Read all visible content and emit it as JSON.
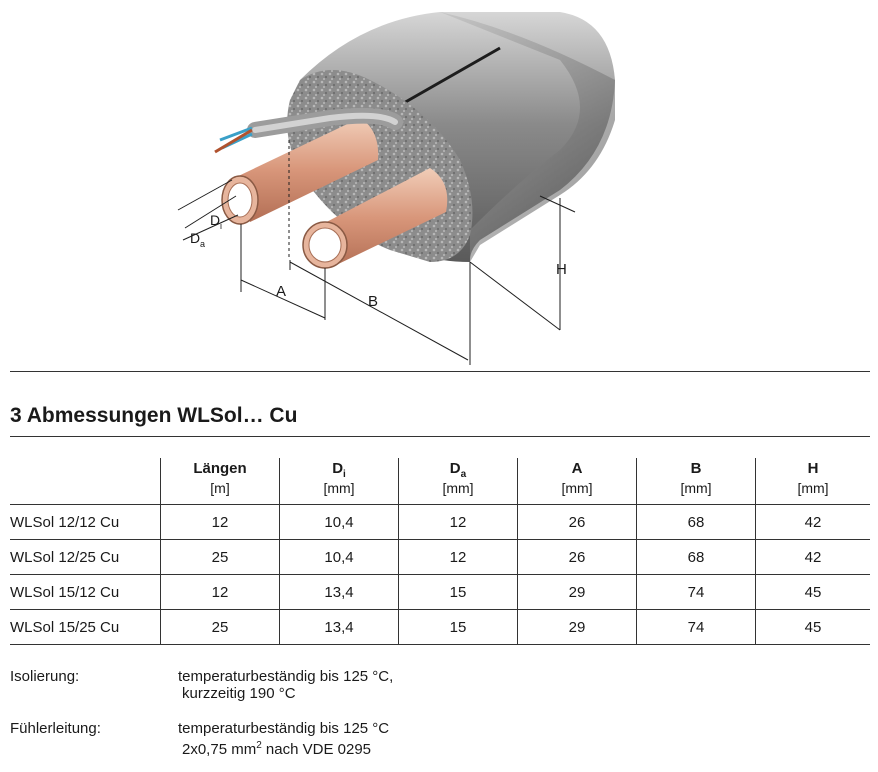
{
  "figure": {
    "labels": {
      "da_main": "D",
      "da_sub": "a",
      "di_main": "D",
      "di_sub": "i",
      "a": "A",
      "b": "B",
      "h": "H"
    }
  },
  "section": {
    "title": "3 Abmessungen WLSol… Cu"
  },
  "table": {
    "columns": [
      {
        "label": "Längen",
        "sub": "",
        "unit": "[m]"
      },
      {
        "label": "D",
        "sub": "i",
        "unit": "[mm]"
      },
      {
        "label": "D",
        "sub": "a",
        "unit": "[mm]"
      },
      {
        "label": "A",
        "sub": "",
        "unit": "[mm]"
      },
      {
        "label": "B",
        "sub": "",
        "unit": "[mm]"
      },
      {
        "label": "H",
        "sub": "",
        "unit": "[mm]"
      }
    ],
    "rows": [
      {
        "name": "WLSol 12/12 Cu",
        "values": [
          "12",
          "10,4",
          "12",
          "26",
          "68",
          "42"
        ]
      },
      {
        "name": "WLSol 12/25 Cu",
        "values": [
          "25",
          "10,4",
          "12",
          "26",
          "68",
          "42"
        ]
      },
      {
        "name": "WLSol 15/12 Cu",
        "values": [
          "12",
          "13,4",
          "15",
          "29",
          "74",
          "45"
        ]
      },
      {
        "name": "WLSol 15/25 Cu",
        "values": [
          "25",
          "13,4",
          "15",
          "29",
          "74",
          "45"
        ]
      }
    ]
  },
  "notes": [
    {
      "label": "Isolierung:",
      "line1": "temperaturbeständig bis 125 °C,",
      "line2": "kurzzeitig 190 °C"
    },
    {
      "label": "Fühlerleitung:",
      "line1": "temperaturbeständig bis 125 °C",
      "line2_pre": "2x0,75 mm",
      "line2_sup": "2",
      "line2_post": " nach VDE 0295"
    }
  ],
  "colors": {
    "insulation_dark": "#4a4a4a",
    "insulation_foam": "#9a9a9a",
    "copper": "#d9a48a",
    "lines": "#222222"
  }
}
